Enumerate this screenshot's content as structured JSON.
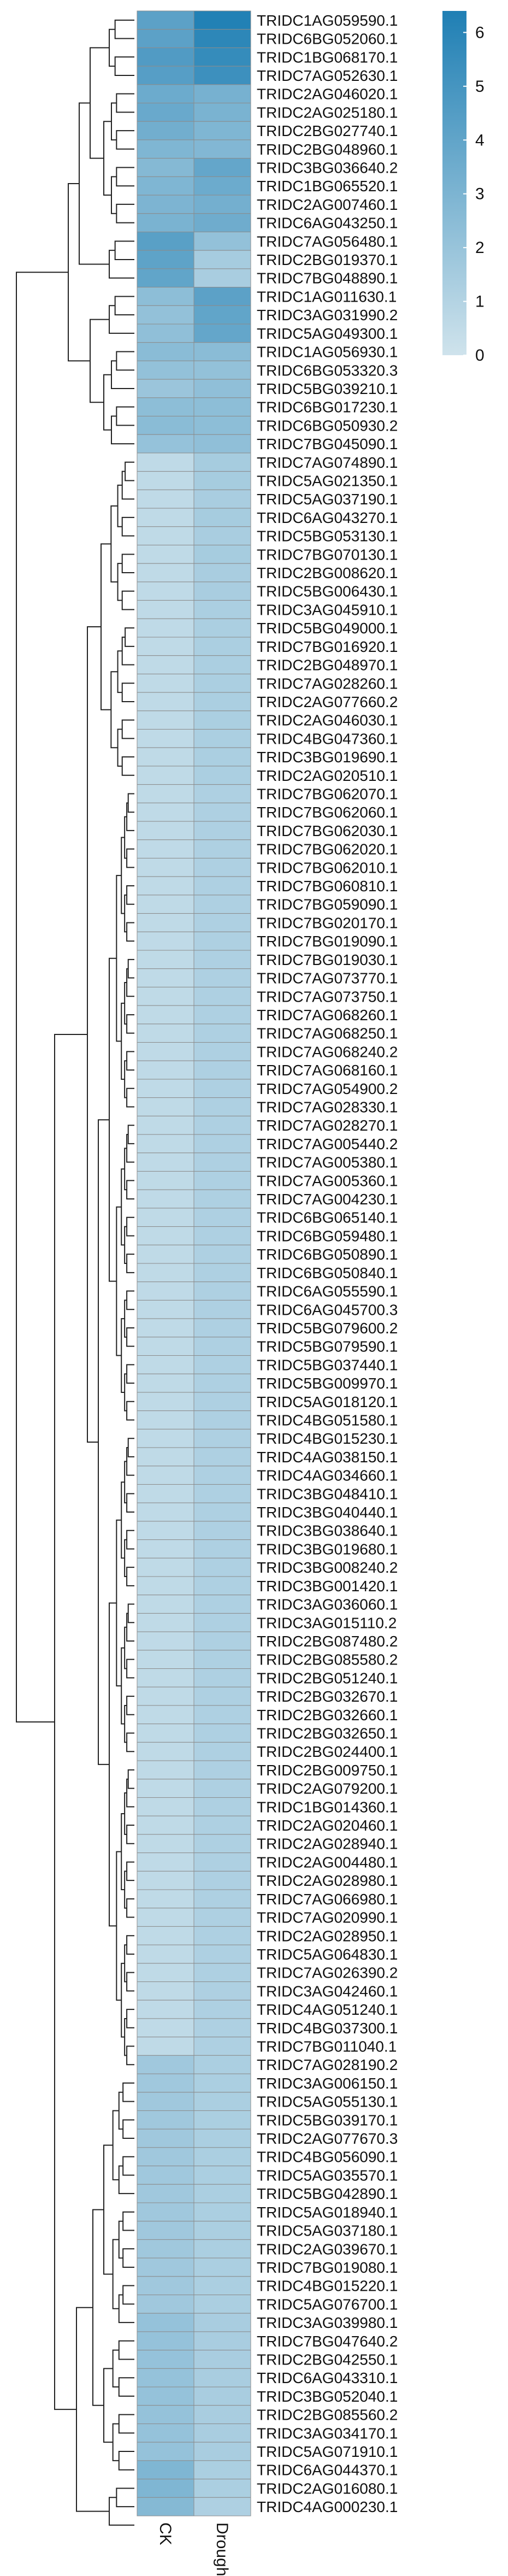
{
  "chart_data": {
    "type": "heatmap",
    "columns": [
      "CK",
      "Drought"
    ],
    "legend": {
      "ticks": [
        0,
        1,
        2,
        3,
        4,
        5,
        6
      ],
      "colors": [
        "#cfe3ec",
        "#1f7fb4"
      ],
      "range": [
        0,
        6.4
      ],
      "placement": "top-right"
    },
    "rows": [
      {
        "gene": "TRIDC1AG059590.1",
        "ck": 4.2,
        "dr": 6.3
      },
      {
        "gene": "TRIDC6BG052060.1",
        "ck": 4.2,
        "dr": 5.9
      },
      {
        "gene": "TRIDC1BG068170.1",
        "ck": 4.6,
        "dr": 5.6
      },
      {
        "gene": "TRIDC7AG052630.1",
        "ck": 4.4,
        "dr": 5.3
      },
      {
        "gene": "TRIDC2AG046020.1",
        "ck": 3.6,
        "dr": 3.2
      },
      {
        "gene": "TRIDC2AG025180.1",
        "ck": 3.7,
        "dr": 3.1
      },
      {
        "gene": "TRIDC2BG027740.1",
        "ck": 3.4,
        "dr": 2.9
      },
      {
        "gene": "TRIDC2BG048960.1",
        "ck": 2.9,
        "dr": 2.8
      },
      {
        "gene": "TRIDC3BG036640.2",
        "ck": 2.7,
        "dr": 3.9
      },
      {
        "gene": "TRIDC1BG065520.1",
        "ck": 2.9,
        "dr": 3.6
      },
      {
        "gene": "TRIDC2AG007460.1",
        "ck": 3.0,
        "dr": 3.3
      },
      {
        "gene": "TRIDC6AG043250.1",
        "ck": 3.1,
        "dr": 3.5
      },
      {
        "gene": "TRIDC7AG056480.1",
        "ck": 4.3,
        "dr": 2.2
      },
      {
        "gene": "TRIDC2BG019370.1",
        "ck": 4.1,
        "dr": 1.5
      },
      {
        "gene": "TRIDC7BG048890.1",
        "ck": 4.0,
        "dr": 1.4
      },
      {
        "gene": "TRIDC1AG011630.1",
        "ck": 2.4,
        "dr": 4.2
      },
      {
        "gene": "TRIDC3AG031990.2",
        "ck": 2.2,
        "dr": 4.0
      },
      {
        "gene": "TRIDC5AG049300.1",
        "ck": 2.3,
        "dr": 3.9
      },
      {
        "gene": "TRIDC1AG056930.1",
        "ck": 2.5,
        "dr": 2.5
      },
      {
        "gene": "TRIDC6BG053320.3",
        "ck": 2.2,
        "dr": 2.2
      },
      {
        "gene": "TRIDC5BG039210.1",
        "ck": 1.9,
        "dr": 2.3
      },
      {
        "gene": "TRIDC6BG017230.1",
        "ck": 2.4,
        "dr": 2.4
      },
      {
        "gene": "TRIDC6BG050930.2",
        "ck": 2.5,
        "dr": 2.4
      },
      {
        "gene": "TRIDC7BG045090.1",
        "ck": 2.1,
        "dr": 2.3
      },
      {
        "gene": "TRIDC7AG074890.1",
        "ck": 0.6,
        "dr": 1.5
      },
      {
        "gene": "TRIDC5AG021350.1",
        "ck": 0.6,
        "dr": 1.5
      },
      {
        "gene": "TRIDC5AG037190.1",
        "ck": 0.6,
        "dr": 1.4
      },
      {
        "gene": "TRIDC6AG043270.1",
        "ck": 0.6,
        "dr": 1.5
      },
      {
        "gene": "TRIDC5BG053130.1",
        "ck": 0.6,
        "dr": 1.4
      },
      {
        "gene": "TRIDC7BG070130.1",
        "ck": 0.6,
        "dr": 1.5
      },
      {
        "gene": "TRIDC2BG008620.1",
        "ck": 0.6,
        "dr": 1.4
      },
      {
        "gene": "TRIDC5BG006430.1",
        "ck": 0.6,
        "dr": 1.4
      },
      {
        "gene": "TRIDC3AG045910.1",
        "ck": 0.6,
        "dr": 1.3
      },
      {
        "gene": "TRIDC5BG049000.1",
        "ck": 0.6,
        "dr": 1.3
      },
      {
        "gene": "TRIDC7BG016920.1",
        "ck": 0.6,
        "dr": 1.3
      },
      {
        "gene": "TRIDC2BG048970.1",
        "ck": 0.6,
        "dr": 1.3
      },
      {
        "gene": "TRIDC7AG028260.1",
        "ck": 0.6,
        "dr": 1.3
      },
      {
        "gene": "TRIDC2AG077660.2",
        "ck": 0.6,
        "dr": 1.3
      },
      {
        "gene": "TRIDC2AG046030.1",
        "ck": 0.6,
        "dr": 1.3
      },
      {
        "gene": "TRIDC4BG047360.1",
        "ck": 0.6,
        "dr": 1.3
      },
      {
        "gene": "TRIDC3BG019690.1",
        "ck": 0.6,
        "dr": 1.3
      },
      {
        "gene": "TRIDC2AG020510.1",
        "ck": 0.6,
        "dr": 1.3
      },
      {
        "gene": "TRIDC7BG062070.1",
        "ck": 0.6,
        "dr": 1.2
      },
      {
        "gene": "TRIDC7BG062060.1",
        "ck": 0.6,
        "dr": 1.2
      },
      {
        "gene": "TRIDC7BG062030.1",
        "ck": 0.6,
        "dr": 1.2
      },
      {
        "gene": "TRIDC7BG062020.1",
        "ck": 0.6,
        "dr": 1.2
      },
      {
        "gene": "TRIDC7BG062010.1",
        "ck": 0.6,
        "dr": 1.2
      },
      {
        "gene": "TRIDC7BG060810.1",
        "ck": 0.6,
        "dr": 1.2
      },
      {
        "gene": "TRIDC7BG059090.1",
        "ck": 0.6,
        "dr": 1.2
      },
      {
        "gene": "TRIDC7BG020170.1",
        "ck": 0.6,
        "dr": 1.2
      },
      {
        "gene": "TRIDC7BG019090.1",
        "ck": 0.6,
        "dr": 1.2
      },
      {
        "gene": "TRIDC7BG019030.1",
        "ck": 0.6,
        "dr": 1.2
      },
      {
        "gene": "TRIDC7AG073770.1",
        "ck": 0.6,
        "dr": 1.2
      },
      {
        "gene": "TRIDC7AG073750.1",
        "ck": 0.6,
        "dr": 1.2
      },
      {
        "gene": "TRIDC7AG068260.1",
        "ck": 0.6,
        "dr": 1.2
      },
      {
        "gene": "TRIDC7AG068250.1",
        "ck": 0.6,
        "dr": 1.2
      },
      {
        "gene": "TRIDC7AG068240.2",
        "ck": 0.6,
        "dr": 1.2
      },
      {
        "gene": "TRIDC7AG068160.1",
        "ck": 0.6,
        "dr": 1.2
      },
      {
        "gene": "TRIDC7AG054900.2",
        "ck": 0.6,
        "dr": 1.2
      },
      {
        "gene": "TRIDC7AG028330.1",
        "ck": 0.6,
        "dr": 1.2
      },
      {
        "gene": "TRIDC7AG028270.1",
        "ck": 0.6,
        "dr": 1.2
      },
      {
        "gene": "TRIDC7AG005440.2",
        "ck": 0.6,
        "dr": 1.2
      },
      {
        "gene": "TRIDC7AG005380.1",
        "ck": 0.6,
        "dr": 1.2
      },
      {
        "gene": "TRIDC7AG005360.1",
        "ck": 0.6,
        "dr": 1.2
      },
      {
        "gene": "TRIDC7AG004230.1",
        "ck": 0.6,
        "dr": 1.2
      },
      {
        "gene": "TRIDC6BG065140.1",
        "ck": 0.6,
        "dr": 1.2
      },
      {
        "gene": "TRIDC6BG059480.1",
        "ck": 0.6,
        "dr": 1.2
      },
      {
        "gene": "TRIDC6BG050890.1",
        "ck": 0.6,
        "dr": 1.2
      },
      {
        "gene": "TRIDC6BG050840.1",
        "ck": 0.6,
        "dr": 1.2
      },
      {
        "gene": "TRIDC6AG055590.1",
        "ck": 0.6,
        "dr": 1.2
      },
      {
        "gene": "TRIDC6AG045700.3",
        "ck": 0.6,
        "dr": 1.2
      },
      {
        "gene": "TRIDC5BG079600.2",
        "ck": 0.6,
        "dr": 1.2
      },
      {
        "gene": "TRIDC5BG079590.1",
        "ck": 0.6,
        "dr": 1.2
      },
      {
        "gene": "TRIDC5BG037440.1",
        "ck": 0.6,
        "dr": 1.2
      },
      {
        "gene": "TRIDC5BG009970.1",
        "ck": 0.6,
        "dr": 1.2
      },
      {
        "gene": "TRIDC5AG018120.1",
        "ck": 0.6,
        "dr": 1.2
      },
      {
        "gene": "TRIDC4BG051580.1",
        "ck": 0.6,
        "dr": 1.2
      },
      {
        "gene": "TRIDC4BG015230.1",
        "ck": 0.6,
        "dr": 1.2
      },
      {
        "gene": "TRIDC4AG038150.1",
        "ck": 0.6,
        "dr": 1.2
      },
      {
        "gene": "TRIDC4AG034660.1",
        "ck": 0.6,
        "dr": 1.2
      },
      {
        "gene": "TRIDC3BG048410.1",
        "ck": 0.6,
        "dr": 1.2
      },
      {
        "gene": "TRIDC3BG040440.1",
        "ck": 0.6,
        "dr": 1.2
      },
      {
        "gene": "TRIDC3BG038640.1",
        "ck": 0.6,
        "dr": 1.2
      },
      {
        "gene": "TRIDC3BG019680.1",
        "ck": 0.6,
        "dr": 1.2
      },
      {
        "gene": "TRIDC3BG008240.2",
        "ck": 0.6,
        "dr": 1.2
      },
      {
        "gene": "TRIDC3BG001420.1",
        "ck": 0.6,
        "dr": 1.2
      },
      {
        "gene": "TRIDC3AG036060.1",
        "ck": 0.6,
        "dr": 1.2
      },
      {
        "gene": "TRIDC3AG015110.2",
        "ck": 0.6,
        "dr": 1.2
      },
      {
        "gene": "TRIDC2BG087480.2",
        "ck": 0.6,
        "dr": 1.2
      },
      {
        "gene": "TRIDC2BG085580.2",
        "ck": 0.6,
        "dr": 1.2
      },
      {
        "gene": "TRIDC2BG051240.1",
        "ck": 0.6,
        "dr": 1.2
      },
      {
        "gene": "TRIDC2BG032670.1",
        "ck": 0.6,
        "dr": 1.2
      },
      {
        "gene": "TRIDC2BG032660.1",
        "ck": 0.6,
        "dr": 1.2
      },
      {
        "gene": "TRIDC2BG032650.1",
        "ck": 0.6,
        "dr": 1.2
      },
      {
        "gene": "TRIDC2BG024400.1",
        "ck": 0.6,
        "dr": 1.2
      },
      {
        "gene": "TRIDC2BG009750.1",
        "ck": 0.6,
        "dr": 1.2
      },
      {
        "gene": "TRIDC2AG079200.1",
        "ck": 0.6,
        "dr": 1.2
      },
      {
        "gene": "TRIDC1BG014360.1",
        "ck": 0.6,
        "dr": 1.2
      },
      {
        "gene": "TRIDC2AG020460.1",
        "ck": 0.6,
        "dr": 1.2
      },
      {
        "gene": "TRIDC2AG028940.1",
        "ck": 0.6,
        "dr": 1.2
      },
      {
        "gene": "TRIDC2AG004480.1",
        "ck": 0.6,
        "dr": 1.2
      },
      {
        "gene": "TRIDC2AG028980.1",
        "ck": 0.6,
        "dr": 1.2
      },
      {
        "gene": "TRIDC7AG066980.1",
        "ck": 0.6,
        "dr": 1.2
      },
      {
        "gene": "TRIDC7AG020990.1",
        "ck": 0.6,
        "dr": 1.2
      },
      {
        "gene": "TRIDC2AG028950.1",
        "ck": 0.6,
        "dr": 1.2
      },
      {
        "gene": "TRIDC5AG064830.1",
        "ck": 0.6,
        "dr": 1.2
      },
      {
        "gene": "TRIDC7AG026390.2",
        "ck": 0.6,
        "dr": 1.2
      },
      {
        "gene": "TRIDC3AG042460.1",
        "ck": 0.6,
        "dr": 1.2
      },
      {
        "gene": "TRIDC4AG051240.1",
        "ck": 0.6,
        "dr": 1.2
      },
      {
        "gene": "TRIDC4BG037300.1",
        "ck": 0.6,
        "dr": 1.2
      },
      {
        "gene": "TRIDC7BG011040.1",
        "ck": 0.6,
        "dr": 1.2
      },
      {
        "gene": "TRIDC7AG028190.2",
        "ck": 1.7,
        "dr": 1.3
      },
      {
        "gene": "TRIDC3AG006150.1",
        "ck": 1.7,
        "dr": 1.3
      },
      {
        "gene": "TRIDC5AG055130.1",
        "ck": 1.7,
        "dr": 1.3
      },
      {
        "gene": "TRIDC5BG039170.1",
        "ck": 1.7,
        "dr": 1.3
      },
      {
        "gene": "TRIDC2AG077670.3",
        "ck": 1.7,
        "dr": 1.3
      },
      {
        "gene": "TRIDC4BG056090.1",
        "ck": 1.7,
        "dr": 1.3
      },
      {
        "gene": "TRIDC5AG035570.1",
        "ck": 1.7,
        "dr": 1.3
      },
      {
        "gene": "TRIDC5BG042890.1",
        "ck": 1.7,
        "dr": 1.3
      },
      {
        "gene": "TRIDC5AG018940.1",
        "ck": 1.7,
        "dr": 1.3
      },
      {
        "gene": "TRIDC5AG037180.1",
        "ck": 1.7,
        "dr": 1.3
      },
      {
        "gene": "TRIDC2AG039670.1",
        "ck": 1.7,
        "dr": 1.3
      },
      {
        "gene": "TRIDC7BG019080.1",
        "ck": 1.7,
        "dr": 1.3
      },
      {
        "gene": "TRIDC4BG015220.1",
        "ck": 1.7,
        "dr": 1.3
      },
      {
        "gene": "TRIDC5AG076700.1",
        "ck": 1.7,
        "dr": 1.3
      },
      {
        "gene": "TRIDC3AG039980.1",
        "ck": 2.1,
        "dr": 1.4
      },
      {
        "gene": "TRIDC7BG047640.2",
        "ck": 2.1,
        "dr": 1.4
      },
      {
        "gene": "TRIDC2BG042550.1",
        "ck": 2.1,
        "dr": 1.4
      },
      {
        "gene": "TRIDC6AG043310.1",
        "ck": 2.1,
        "dr": 1.4
      },
      {
        "gene": "TRIDC3BG052040.1",
        "ck": 2.1,
        "dr": 1.4
      },
      {
        "gene": "TRIDC2BG085560.2",
        "ck": 2.1,
        "dr": 1.4
      },
      {
        "gene": "TRIDC3AG034170.1",
        "ck": 2.1,
        "dr": 1.4
      },
      {
        "gene": "TRIDC5AG071910.1",
        "ck": 2.1,
        "dr": 1.4
      },
      {
        "gene": "TRIDC6AG044370.1",
        "ck": 2.9,
        "dr": 1.3
      },
      {
        "gene": "TRIDC2AG016080.1",
        "ck": 2.9,
        "dr": 1.3
      },
      {
        "gene": "TRIDC4AG000230.1",
        "ck": 2.7,
        "dr": 1.2
      }
    ]
  }
}
